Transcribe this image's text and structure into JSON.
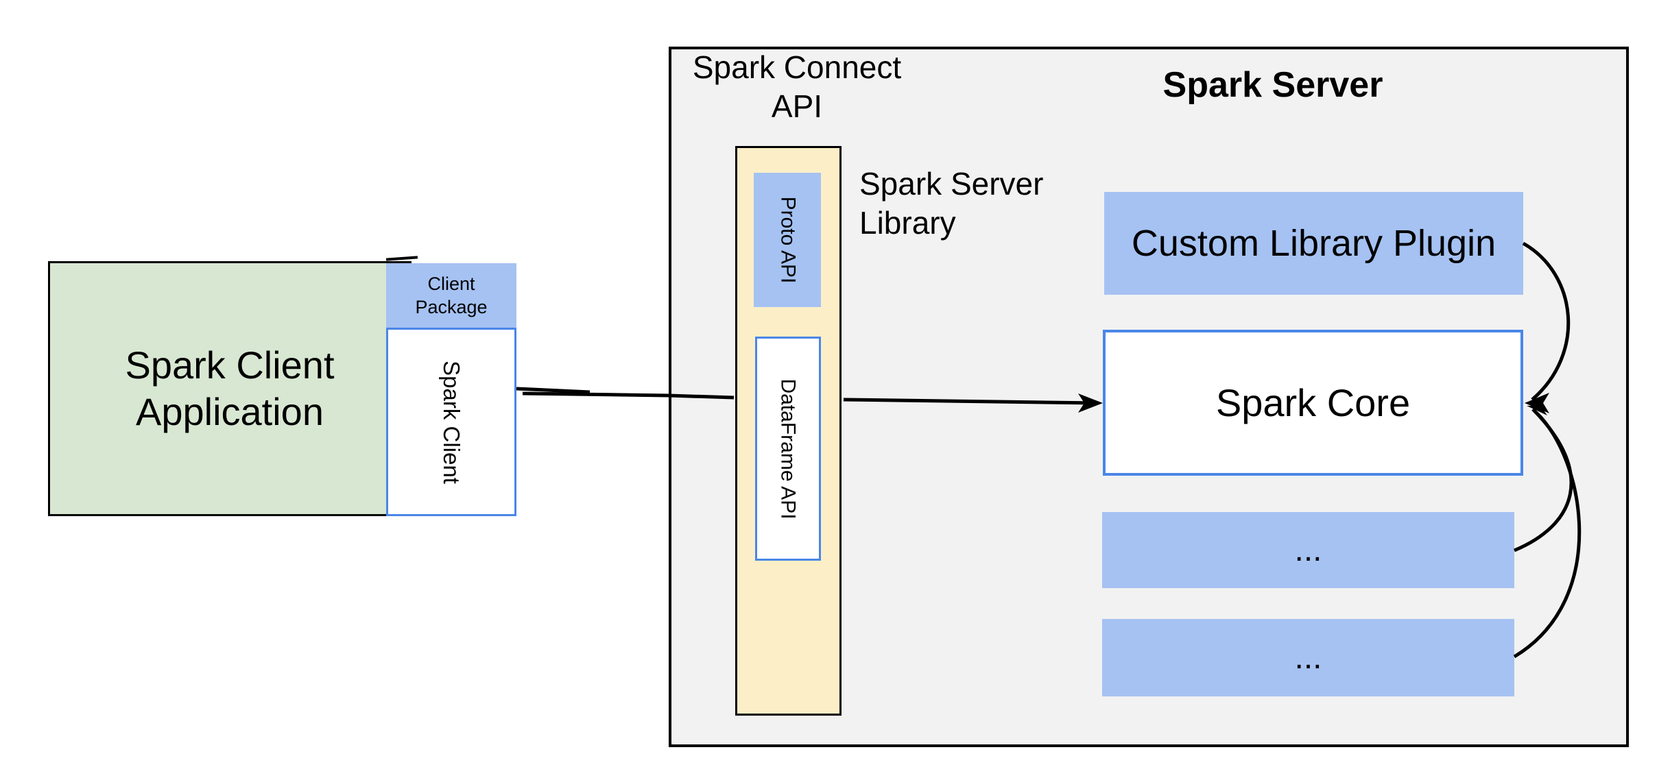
{
  "diagram": {
    "client": {
      "app_label_line1": "Spark Client",
      "app_label_line2": "Application",
      "package_label_line1": "Client",
      "package_label_line2": "Package",
      "client_vertical_label": "Spark Client"
    },
    "connect": {
      "title_line1": "Spark Connect",
      "title_line2": "API",
      "proto_label": "Proto API",
      "dataframe_label": "DataFrame API",
      "library_line1": "Spark Server",
      "library_line2": "Library"
    },
    "server": {
      "title": "Spark Server",
      "plugin_label": "Custom Library Plugin",
      "core_label": "Spark Core",
      "ellipsis_top": "...",
      "ellipsis_bottom": "..."
    },
    "colors": {
      "gray": "#f2f2f2",
      "green": "#d8e7d2",
      "blue_fill": "#a5c2f2",
      "blue_border": "#4a86e8",
      "yellow": "#fcefc7",
      "black": "#000000"
    }
  }
}
